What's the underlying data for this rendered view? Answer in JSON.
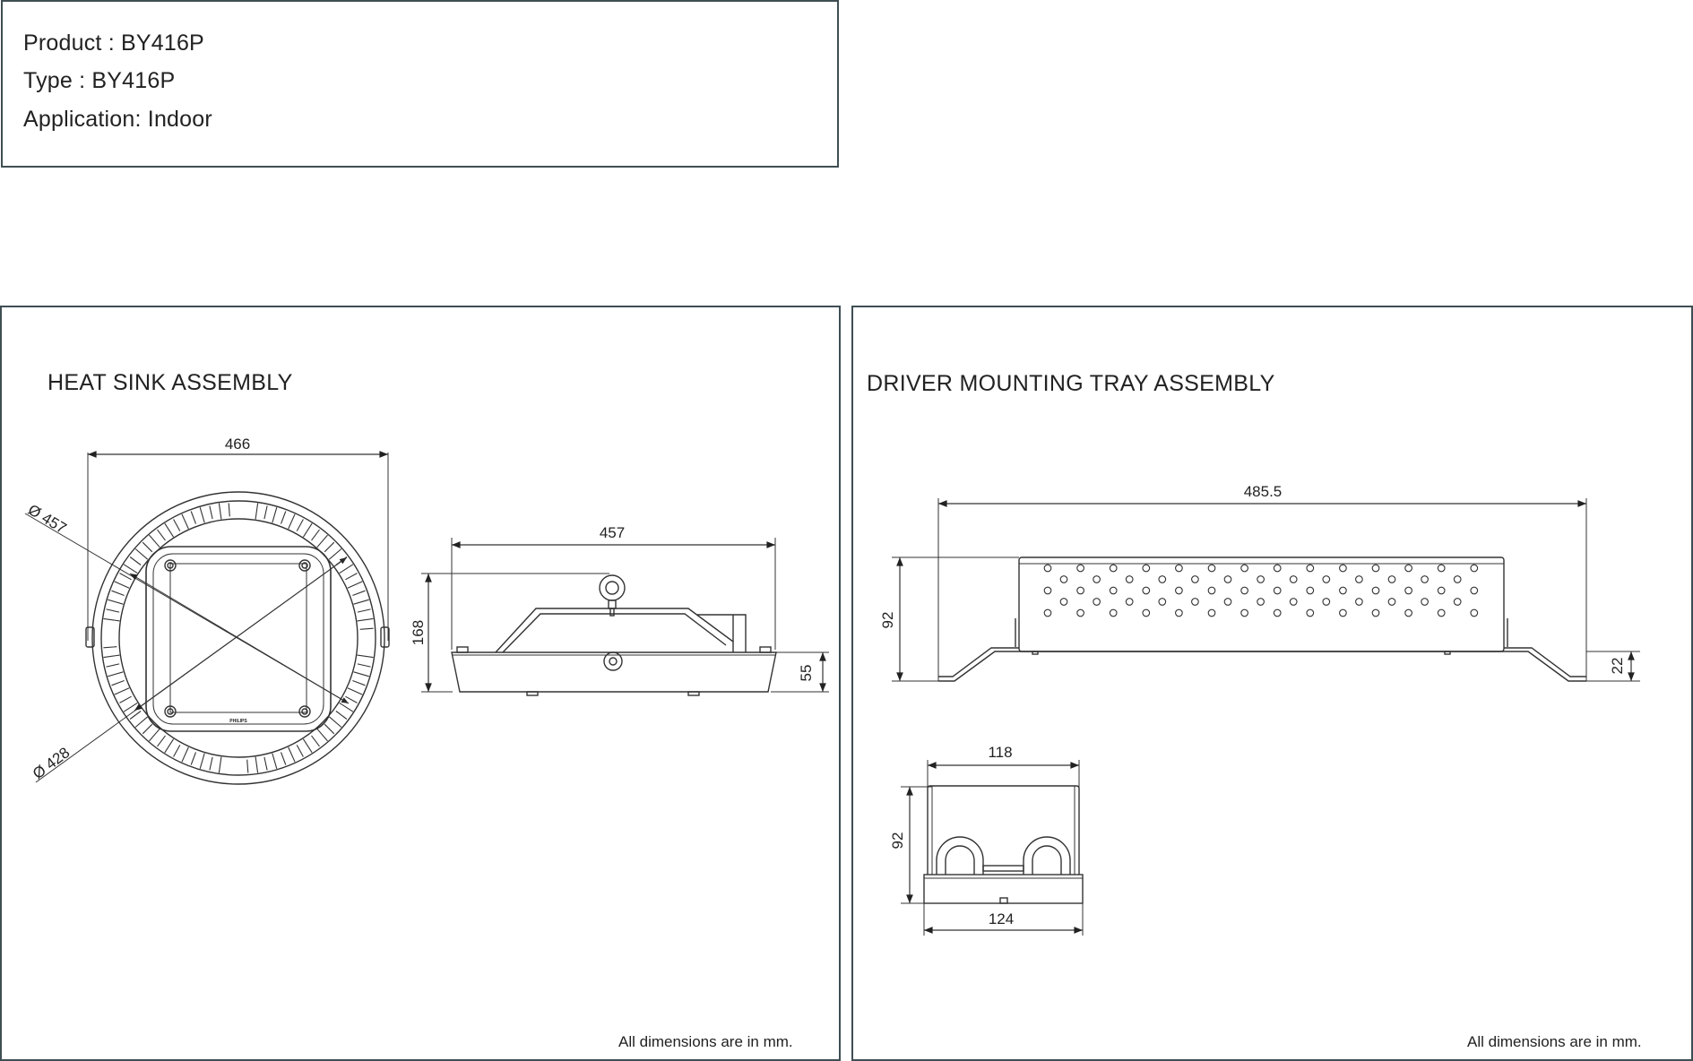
{
  "info": {
    "product": "Product : BY416P",
    "type": "Type : BY416P",
    "application": "Application: Indoor"
  },
  "heat_sink": {
    "title": "HEAT SINK ASSEMBLY",
    "dim_width": "466",
    "dim_diameter_outer": "Ø 457",
    "dim_diameter_inner": "Ø 428",
    "dim_side_width": "457",
    "dim_side_height": "168",
    "dim_side_base": "55",
    "brand": "PHILIPS",
    "footnote": "All dimensions are in mm."
  },
  "driver_tray": {
    "title": "DRIVER MOUNTING TRAY ASSEMBLY",
    "dim_length": "485.5",
    "dim_height": "92",
    "dim_flange": "22",
    "dim_end_top": "118",
    "dim_end_height": "92",
    "dim_end_bottom": "124",
    "footnote": "All dimensions are in mm."
  },
  "colors": {
    "border": "#3e4e53",
    "line": "#333333"
  }
}
